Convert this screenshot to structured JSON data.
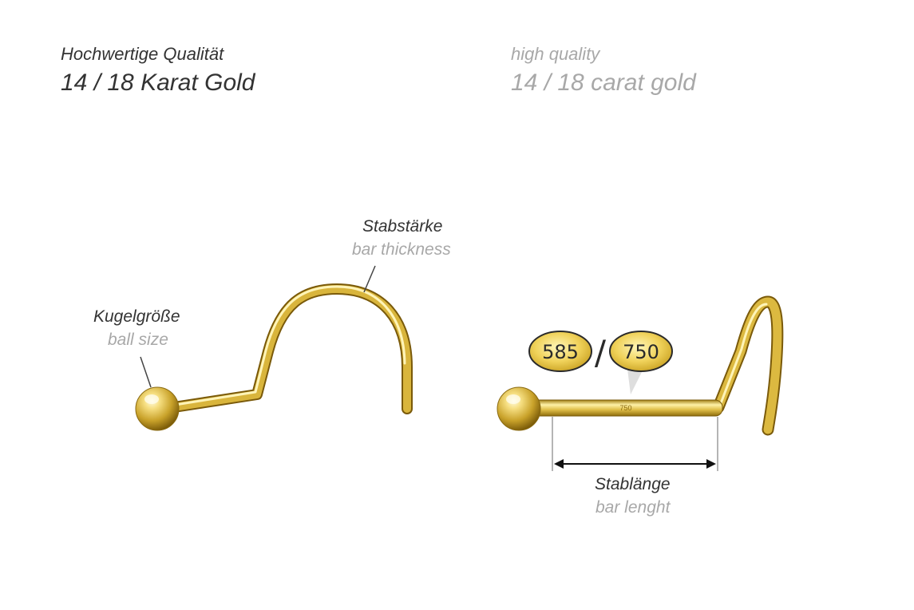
{
  "header": {
    "de_line1": "Hochwertige Qualität",
    "de_line2": "14 / 18 Karat Gold",
    "en_line1": "high quality",
    "en_line2": "14 / 18 carat gold"
  },
  "labels": {
    "bar_thickness_de": "Stabstärke",
    "bar_thickness_en": "bar thickness",
    "ball_size_de": "Kugelgröße",
    "ball_size_en": "ball size",
    "bar_length_de": "Stablänge",
    "bar_length_en": "bar lenght"
  },
  "hallmarks": {
    "left_stamp": "585",
    "separator": "/",
    "right_stamp": "750",
    "engraving_on_bar": "750"
  },
  "colors": {
    "gold_light": "#fff3b0",
    "gold_mid": "#e2c24a",
    "gold_dark": "#9c7a12",
    "text_dark": "#333333",
    "text_grey": "#a8a8a8"
  }
}
